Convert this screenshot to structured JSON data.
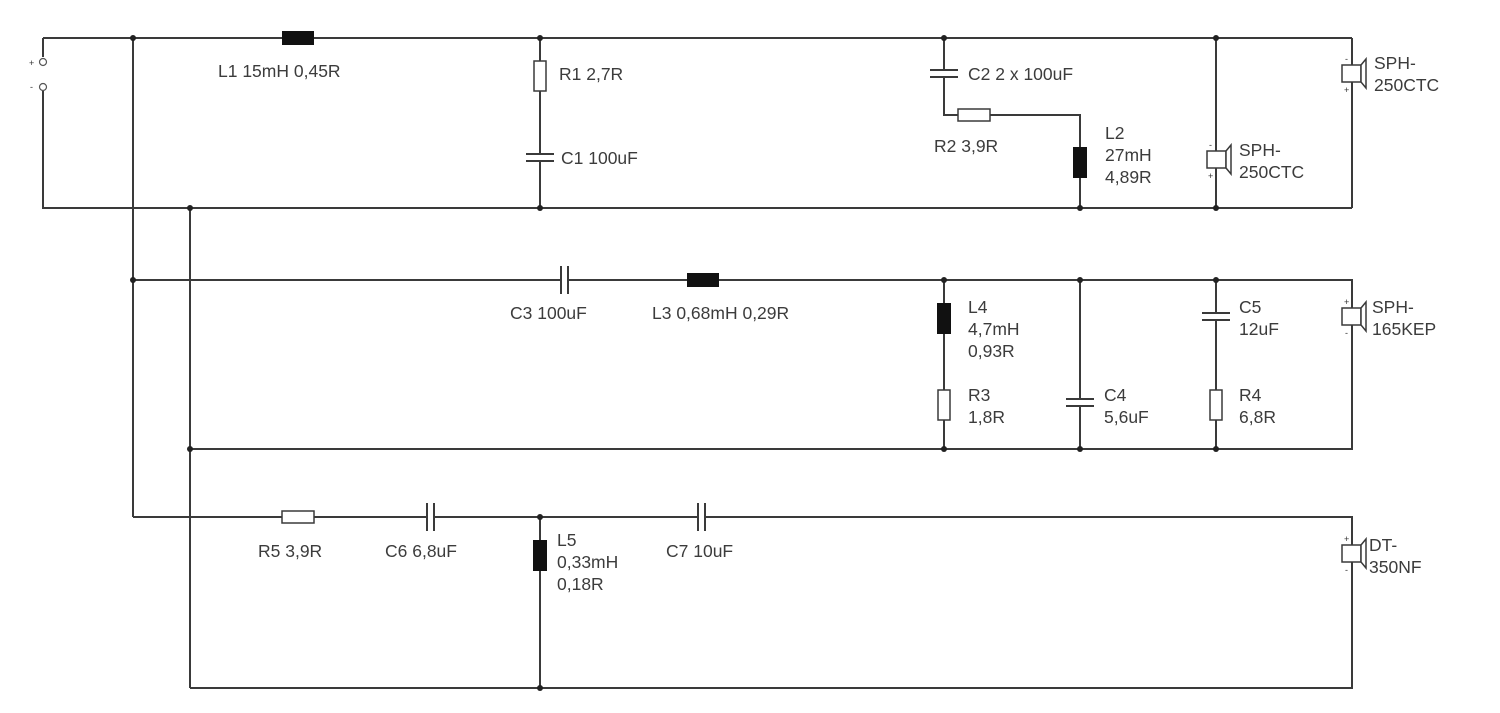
{
  "components": {
    "L1": "L1 15mH  0,45R",
    "R1": "R1 2,7R",
    "C1": "C1 100uF",
    "C2": "C2 2 x 100uF",
    "R2": "R2 3,9R",
    "L2": [
      "L2",
      "27mH",
      "4,89R"
    ],
    "C3": "C3 100uF",
    "L3": "L3 0,68mH  0,29R",
    "L4": [
      "L4",
      "4,7mH",
      "0,93R"
    ],
    "R3": [
      "R3",
      "1,8R"
    ],
    "C4": [
      "C4",
      "5,6uF"
    ],
    "C5": [
      "C5",
      "12uF"
    ],
    "R4": [
      "R4",
      "6,8R"
    ],
    "R5": "R5 3,9R",
    "C6": "C6 6,8uF",
    "L5": [
      "L5",
      "0,33mH",
      "0,18R"
    ],
    "C7": "C7 10uF"
  },
  "speakers": {
    "woofer_1": [
      "SPH-",
      "250CTC"
    ],
    "woofer_2": [
      "SPH-",
      "250CTC"
    ],
    "midrange": [
      "SPH-",
      "165KEP"
    ],
    "tweeter": [
      "DT-",
      "350NF"
    ]
  },
  "polarity": {
    "plus": "+",
    "minus": "-"
  }
}
